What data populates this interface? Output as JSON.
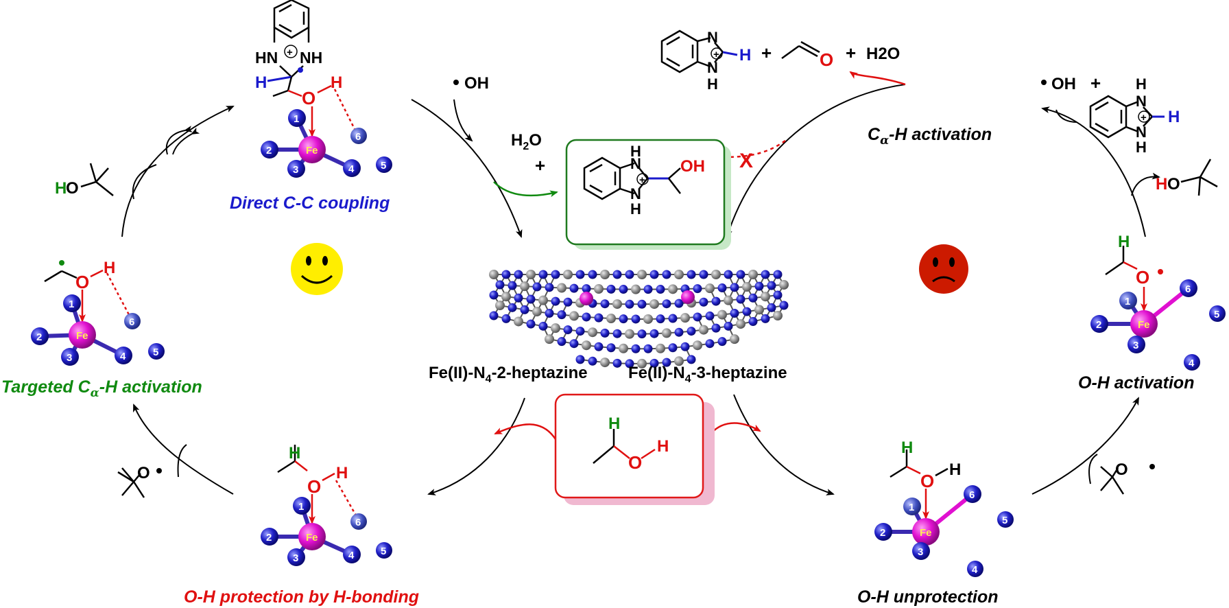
{
  "labels": {
    "direct_cc": "Direct C-C coupling",
    "targeted_pre": "Targeted C",
    "targeted_sub": "α",
    "targeted_post": "-H activation",
    "ca_h_pre": "C",
    "ca_h_sub": "α",
    "ca_h_post": "-H activation",
    "oh_activation": "O-H activation",
    "oh_protection": "O-H protection by H-bonding",
    "oh_unprotection": "O-H unprotection",
    "catalyst_left_pre": "Fe(II)-N",
    "catalyst_left_sub": "4",
    "catalyst_left_post": "-2-heptazine",
    "catalyst_right_pre": "Fe(II)-N",
    "catalyst_right_sub": "4",
    "catalyst_right_post": "-3-heptazine"
  },
  "species": {
    "oh_radical_top": "OH",
    "oh_radical_right": "OH",
    "water": "H2O",
    "water_left_h": "H",
    "water_left_2": "2",
    "water_left_o": "O",
    "plus": "+",
    "hn": "HN",
    "nh": "NH",
    "n": "N",
    "h": "H",
    "o": "O",
    "oh": "OH",
    "ho": "HO",
    "fe": "Fe",
    "blocked": "X",
    "charge": "+"
  },
  "ligand_numbers": [
    "1",
    "2",
    "3",
    "4",
    "5",
    "6"
  ],
  "colors": {
    "blue": "#1a1acc",
    "red": "#e01010",
    "green": "#108a10",
    "fe": "#e010d0",
    "happy_face": "#ffee00",
    "sad_face": "#cc1a00",
    "green_box": "#1f7a1f",
    "red_box": "#e01818"
  },
  "faces": {
    "left": "happy",
    "right": "sad"
  }
}
